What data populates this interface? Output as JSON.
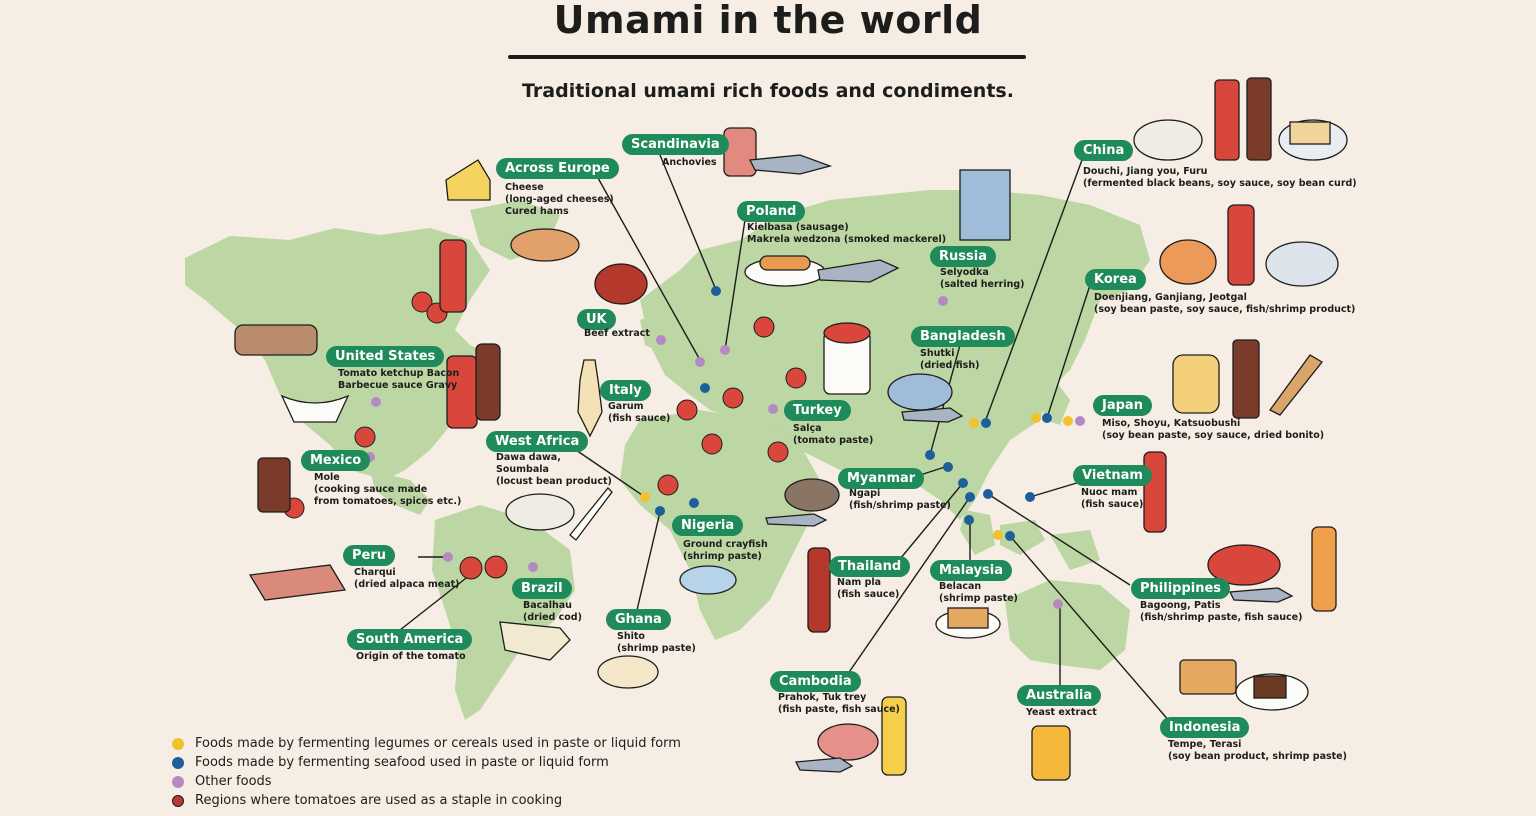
{
  "header": {
    "title": "Umami in the world",
    "subtitle": "Traditional umami rich foods and condiments."
  },
  "colors": {
    "background": "#f6ede4",
    "land": "#bcd6a4",
    "label_green": "#1f8a5a",
    "legume_dot": "#f2c12e",
    "seafood_dot": "#1e5f99",
    "other_dot": "#b58ac4",
    "tomato": "#d9473c"
  },
  "regions": [
    {
      "id": "across-europe",
      "label": "Across Europe",
      "desc": "Cheese\n(long-aged cheeses)\nCured hams"
    },
    {
      "id": "scandinavia",
      "label": "Scandinavia",
      "desc": "Anchovies"
    },
    {
      "id": "poland",
      "label": "Poland",
      "desc": "Kielbasa (sausage)\nMakrela wedzona (smoked mackerel)"
    },
    {
      "id": "russia",
      "label": "Russia",
      "desc": "Selyodka\n(salted herring)"
    },
    {
      "id": "china",
      "label": "China",
      "desc": "Douchi, Jiang you, Furu\n(fermented black beans, soy sauce, soy bean curd)"
    },
    {
      "id": "korea",
      "label": "Korea",
      "desc": "Doenjiang, Ganjiang, Jeotgal\n(soy bean paste, soy sauce, fish/shrimp product)"
    },
    {
      "id": "uk",
      "label": "UK",
      "desc": "Beef extract"
    },
    {
      "id": "bangladesh",
      "label": "Bangladesh",
      "desc": "Shutki\n(dried fish)"
    },
    {
      "id": "united-states",
      "label": "United States",
      "desc": "Tomato ketchup Bacon\nBarbecue sauce Gravy"
    },
    {
      "id": "italy",
      "label": "Italy",
      "desc": "Garum\n(fish sauce)"
    },
    {
      "id": "turkey",
      "label": "Turkey",
      "desc": "Salça\n(tomato paste)"
    },
    {
      "id": "japan",
      "label": "Japan",
      "desc": "Miso, Shoyu, Katsuobushi\n(soy bean paste, soy sauce, dried bonito)"
    },
    {
      "id": "west-africa",
      "label": "West Africa",
      "desc": "Dawa dawa,\nSoumbala\n(locust bean product)"
    },
    {
      "id": "mexico",
      "label": "Mexico",
      "desc": "Mole\n(cooking sauce made\nfrom tomatoes, spices etc.)"
    },
    {
      "id": "myanmar",
      "label": "Myanmar",
      "desc": "Ngapi\n(fish/shrimp paste)"
    },
    {
      "id": "vietnam",
      "label": "Vietnam",
      "desc": "Nuoc mam\n(fish sauce)"
    },
    {
      "id": "nigeria",
      "label": "Nigeria",
      "desc": "Ground crayfish\n(shrimp paste)"
    },
    {
      "id": "peru",
      "label": "Peru",
      "desc": "Charqui\n(dried alpaca meat)"
    },
    {
      "id": "thailand",
      "label": "Thailand",
      "desc": "Nam pla\n(fish sauce)"
    },
    {
      "id": "malaysia",
      "label": "Malaysia",
      "desc": "Belacan\n(shrimp paste)"
    },
    {
      "id": "brazil",
      "label": "Brazil",
      "desc": "Bacalhau\n(dried cod)"
    },
    {
      "id": "philippines",
      "label": "Philippines",
      "desc": "Bagoong, Patis\n(fish/shrimp paste, fish sauce)"
    },
    {
      "id": "ghana",
      "label": "Ghana",
      "desc": "Shito\n(shrimp paste)"
    },
    {
      "id": "south-america",
      "label": "South America",
      "desc": "Origin of the tomato"
    },
    {
      "id": "cambodia",
      "label": "Cambodia",
      "desc": "Prahok, Tuk trey\n(fish paste, fish sauce)"
    },
    {
      "id": "australia",
      "label": "Australia",
      "desc": "Yeast extract"
    },
    {
      "id": "indonesia",
      "label": "Indonesia",
      "desc": "Tempe, Terasi\n(soy bean product, shrimp paste)"
    }
  ],
  "legend": [
    {
      "icon": "yellow-dot",
      "text": "Foods made by fermenting legumes or cereals used in paste or liquid form"
    },
    {
      "icon": "blue-dot",
      "text": "Foods made by fermenting seafood used in paste or liquid form"
    },
    {
      "icon": "purple-dot",
      "text": "Other foods"
    },
    {
      "icon": "tomato-icon",
      "text": "Regions where tomatoes are used as a staple in cooking"
    }
  ]
}
